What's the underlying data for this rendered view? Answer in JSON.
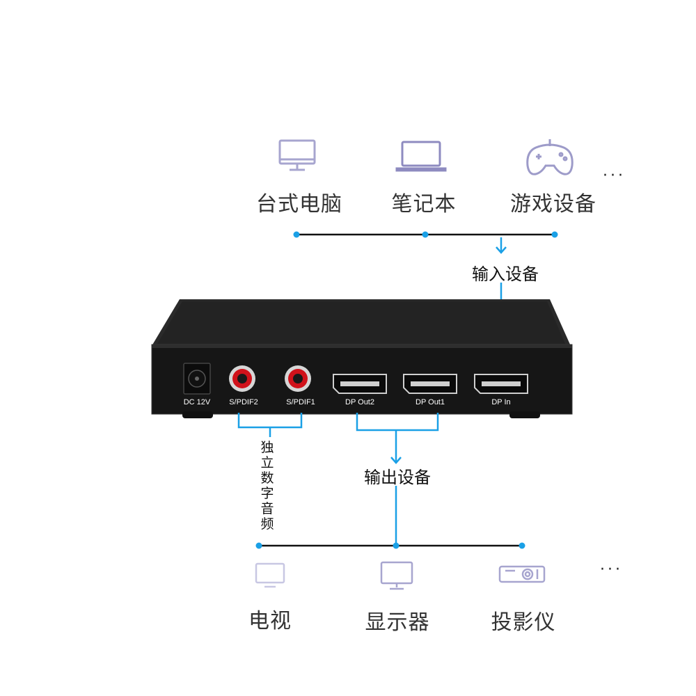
{
  "input_sources": [
    {
      "label": "台式电脑",
      "icon": "desktop-monitor-icon"
    },
    {
      "label": "笔记本",
      "icon": "laptop-icon"
    },
    {
      "label": "游戏设备",
      "icon": "gamepad-icon"
    }
  ],
  "input_more": "···",
  "input_label": "输入设备",
  "output_label": "输出设备",
  "audio_label": [
    "独",
    "立",
    "数",
    "字",
    "音",
    "频"
  ],
  "ports": [
    {
      "label": "DC 12V",
      "type": "dc-jack"
    },
    {
      "label": "S/PDIF2",
      "type": "rca"
    },
    {
      "label": "S/PDIF1",
      "type": "rca"
    },
    {
      "label": "DP Out2",
      "type": "displayport"
    },
    {
      "label": "DP Out1",
      "type": "displayport"
    },
    {
      "label": "DP In",
      "type": "displayport"
    }
  ],
  "output_targets": [
    {
      "label": "电视",
      "icon": "tv-icon"
    },
    {
      "label": "显示器",
      "icon": "monitor-icon"
    },
    {
      "label": "投影仪",
      "icon": "projector-icon"
    }
  ],
  "output_more": "···",
  "colors": {
    "accent_blue": "#1aa0e6",
    "icon_lavender": "#9d9bc9",
    "icon_light": "#c8c7e3",
    "device_body": "#1c1c1c",
    "rca_red": "#d0121b"
  }
}
